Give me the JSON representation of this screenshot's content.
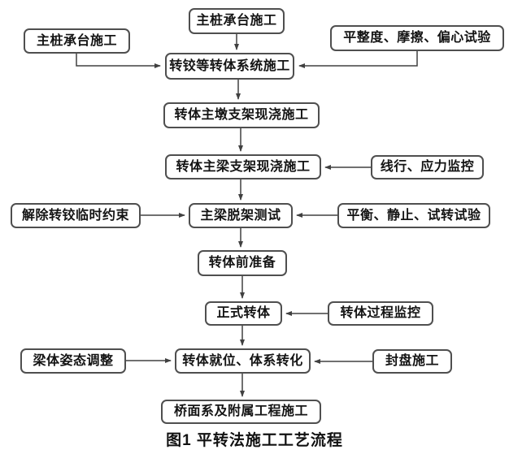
{
  "figure": {
    "caption": "图1 平转法施工工艺流程"
  },
  "nodes": {
    "pile_cap_top": {
      "label": "主桩承台施工"
    },
    "pile_cap_left": {
      "label": "主桩承台施工"
    },
    "tests_right": {
      "label": "平整度、摩擦、偏心试验"
    },
    "hinge_system": {
      "label": "转铰等转体系统施工"
    },
    "pier_cast": {
      "label": "转体主墩支架现浇施工"
    },
    "girder_cast": {
      "label": "转体主梁支架现浇施工"
    },
    "line_stress_monitor": {
      "label": "线行、应力监控"
    },
    "release_restraint": {
      "label": "解除转铰临时约束"
    },
    "girder_detach_test": {
      "label": "主梁脱架测试"
    },
    "balance_tests": {
      "label": "平衡、静止、试转试验"
    },
    "pre_rotation_prep": {
      "label": "转体前准备"
    },
    "official_rotation": {
      "label": "正式转体"
    },
    "process_monitoring": {
      "label": "转体过程监控"
    },
    "attitude_adjust": {
      "label": "梁体姿态调整"
    },
    "positioning_convert": {
      "label": "转体就位、体系转化"
    },
    "sealing_works": {
      "label": "封盘施工"
    },
    "deck_attachment": {
      "label": "桥面系及附属工程施工"
    }
  },
  "edges": [
    {
      "from": "pile_cap_top",
      "to": "hinge_system"
    },
    {
      "from": "pile_cap_left",
      "to": "hinge_system"
    },
    {
      "from": "tests_right",
      "to": "hinge_system"
    },
    {
      "from": "hinge_system",
      "to": "pier_cast"
    },
    {
      "from": "pier_cast",
      "to": "girder_cast"
    },
    {
      "from": "line_stress_monitor",
      "to": "girder_cast"
    },
    {
      "from": "girder_cast",
      "to": "girder_detach_test"
    },
    {
      "from": "release_restraint",
      "to": "girder_detach_test"
    },
    {
      "from": "balance_tests",
      "to": "girder_detach_test"
    },
    {
      "from": "girder_detach_test",
      "to": "pre_rotation_prep"
    },
    {
      "from": "pre_rotation_prep",
      "to": "official_rotation"
    },
    {
      "from": "process_monitoring",
      "to": "official_rotation"
    },
    {
      "from": "official_rotation",
      "to": "positioning_convert"
    },
    {
      "from": "attitude_adjust",
      "to": "positioning_convert"
    },
    {
      "from": "sealing_works",
      "to": "positioning_convert"
    },
    {
      "from": "positioning_convert",
      "to": "deck_attachment"
    }
  ],
  "colors": {
    "background": "#ffffff",
    "box_fill": "#ffffff",
    "box_border": "#4f4f4f",
    "arrow": "#404040",
    "text": "#141414"
  }
}
